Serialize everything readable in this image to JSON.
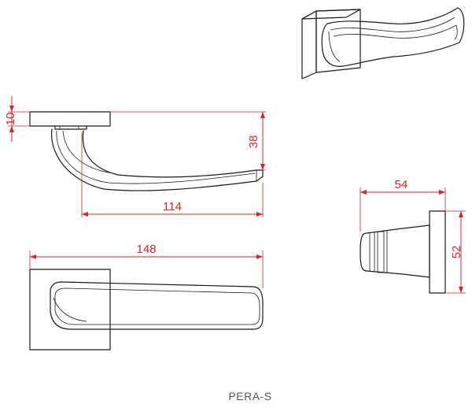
{
  "caption": "PERA-S",
  "dimensions": {
    "rose_thickness": "10",
    "lever_drop": "38",
    "lever_projection": "114",
    "overall_length": "148",
    "rose_to_handle": "54",
    "rose_size": "52"
  },
  "colors": {
    "dimension": "#d9232d",
    "outline": "#1a1a1a",
    "caption": "#555555"
  }
}
